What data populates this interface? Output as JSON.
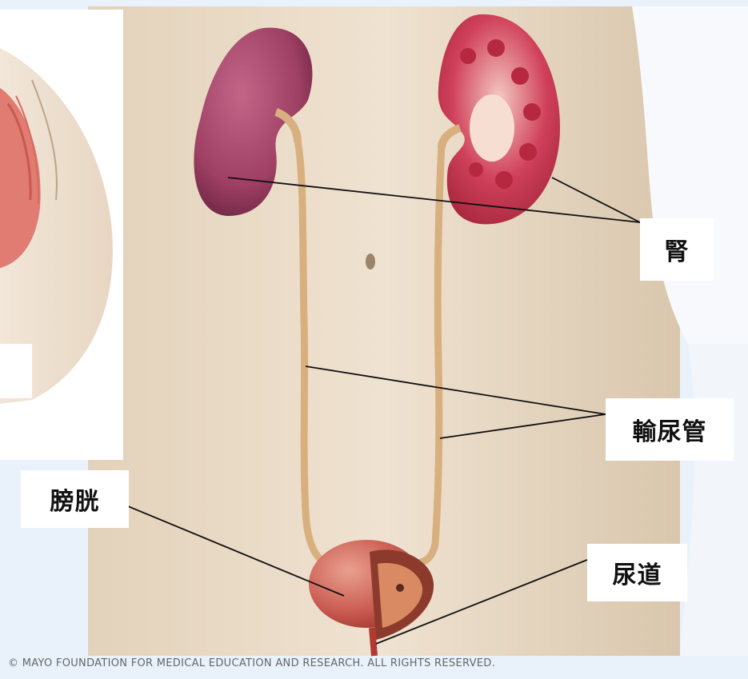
{
  "labels": {
    "kidney": "腎",
    "ureter": "輸尿管",
    "bladder": "膀胱",
    "urethra": "尿道"
  },
  "copyright": "© MAYO FOUNDATION FOR MEDICAL EDUCATION AND RESEARCH. ALL RIGHTS RESERVED.",
  "colors": {
    "skin": "#e8d9c4",
    "kidney": "#9e3f63",
    "kidney_section": "#d0405a",
    "ureter": "#d8b07f",
    "bladder": "#c9584f",
    "leader_line": "#111111"
  }
}
